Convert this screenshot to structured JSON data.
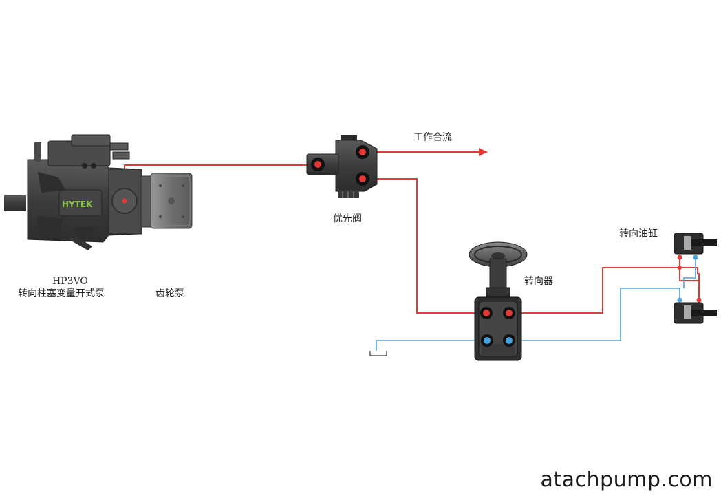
{
  "labels": {
    "pump_model": "HP3VO",
    "pump_name": "转向柱塞变量开式泵",
    "gear_pump": "齿轮泵",
    "priority_valve": "优先阀",
    "work_flow": "工作合流",
    "steering_unit": "转向器",
    "steering_cylinder": "转向油缸"
  },
  "logo_text": "HYTEK",
  "watermark": "atachpump.com",
  "colors": {
    "pressure_line": "#e53935",
    "return_line": "#4aa3df",
    "body_dark": "#3a3a3a",
    "logo_green": "#8bc34a"
  }
}
